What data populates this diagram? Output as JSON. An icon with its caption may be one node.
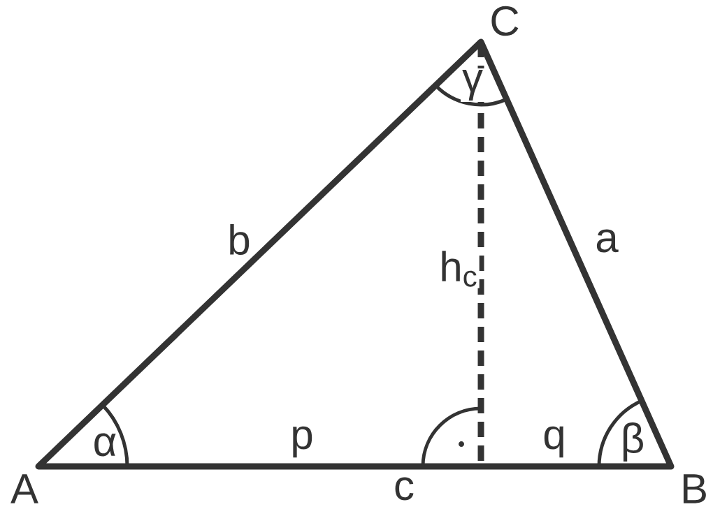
{
  "diagram": {
    "labels": [
      "C",
      "γ",
      "b",
      "a",
      "h$_{c}$",
      "α",
      "p",
      "q",
      "β",
      "A",
      "c",
      "B"
    ]
  }
}
